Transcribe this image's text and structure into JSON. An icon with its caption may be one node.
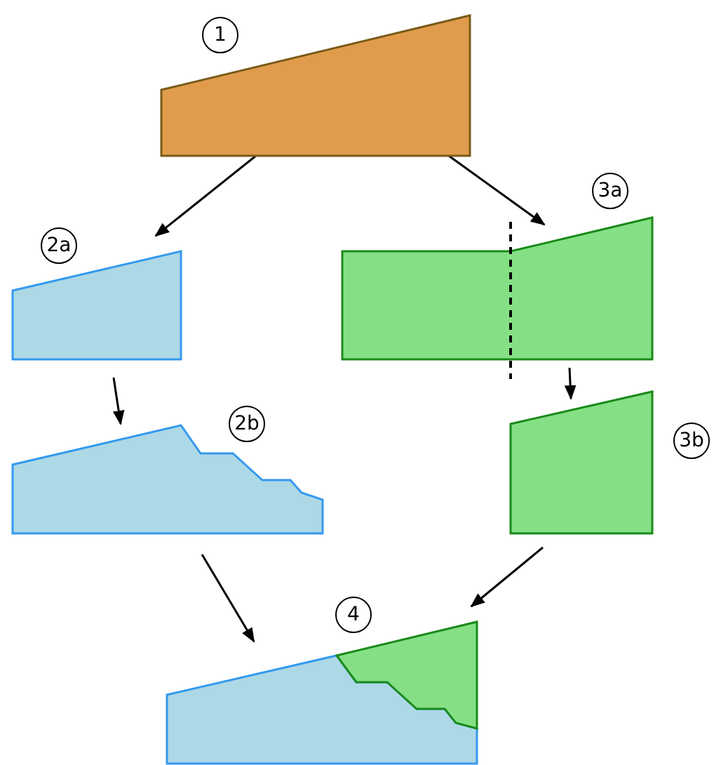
{
  "diagram": {
    "nodes": [
      {
        "text": [],
        "shape": "polygon",
        "beside": [
          "1"
        ]
      },
      {
        "text": [],
        "shape": "polygon",
        "beside": [
          "2a"
        ]
      },
      {
        "text": [],
        "shape": "polygon",
        "beside": [
          "3a"
        ]
      },
      {
        "text": [],
        "shape": "polygon",
        "beside": [
          "2b"
        ]
      },
      {
        "text": [],
        "shape": "polygon",
        "beside": [
          "3b"
        ]
      },
      {
        "text": [],
        "shape": "polygon",
        "beside": [
          "4"
        ]
      }
    ],
    "edges": [
      {
        "from": 0,
        "to": 1,
        "arrow": "to"
      },
      {
        "from": 0,
        "to": 2,
        "arrow": "to"
      },
      {
        "from": 1,
        "to": 3,
        "arrow": "to"
      },
      {
        "from": 2,
        "to": 4,
        "arrow": "to"
      },
      {
        "from": 3,
        "to": 5,
        "arrow": "to"
      },
      {
        "from": 4,
        "to": 5,
        "arrow": "to"
      }
    ]
  }
}
